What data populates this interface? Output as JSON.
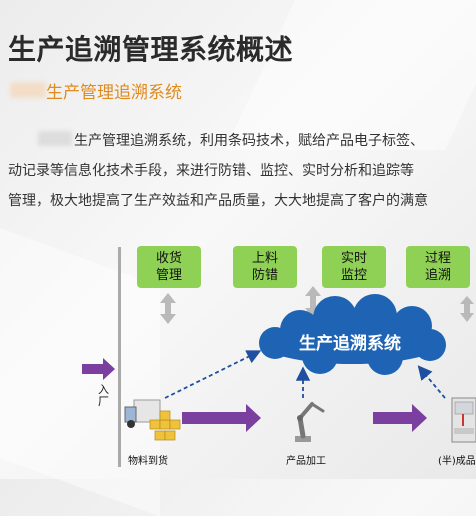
{
  "title": "生产追溯管理系统概述",
  "subtitle": "生产管理追溯系统",
  "paragraph": [
    "生产管理追溯系统，利用条码技术，赋给产品电子标签、",
    "动记录等信息化技术手段，来进行防错、监控、实时分析和追踪等",
    "管理，极大地提高了生产效益和产品质量，大大地提高了客户的满意"
  ],
  "diagram": {
    "boxes": [
      "收货\n管理",
      "上料\n防错",
      "实时\n监控",
      "过程\n追溯"
    ],
    "cloud_label": "生产追溯系统",
    "entry_label": "入\n厂",
    "stages": [
      "物料到货",
      "产品加工",
      "(半)成品"
    ]
  },
  "colors": {
    "box": "#8fd155",
    "cloud": "#1e63b4",
    "arrow": "#7b3fa0",
    "accent": "#e08b1e"
  }
}
